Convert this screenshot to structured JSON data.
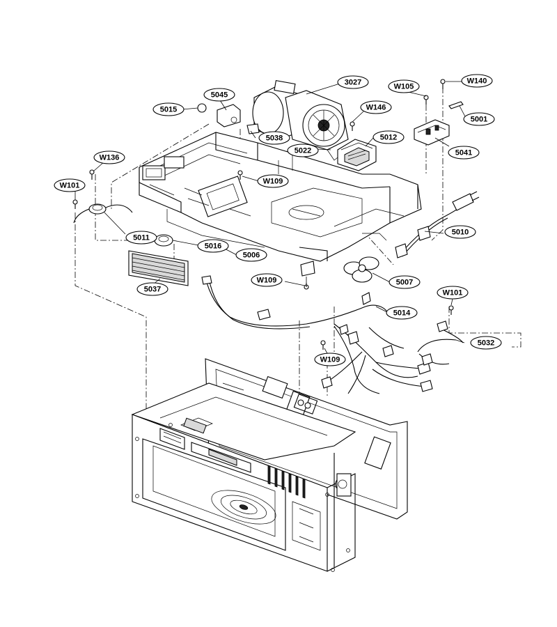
{
  "diagram": {
    "callouts": [
      {
        "id": "3027",
        "label": "3027"
      },
      {
        "id": "W105",
        "label": "W105"
      },
      {
        "id": "W140",
        "label": "W140"
      },
      {
        "id": "5045",
        "label": "5045"
      },
      {
        "id": "5015",
        "label": "5015"
      },
      {
        "id": "W146",
        "label": "W146"
      },
      {
        "id": "5001",
        "label": "5001"
      },
      {
        "id": "5038",
        "label": "5038"
      },
      {
        "id": "5012",
        "label": "5012"
      },
      {
        "id": "5022",
        "label": "5022"
      },
      {
        "id": "5041",
        "label": "5041"
      },
      {
        "id": "W136",
        "label": "W136"
      },
      {
        "id": "W109a",
        "label": "W109"
      },
      {
        "id": "W101a",
        "label": "W101"
      },
      {
        "id": "5010",
        "label": "5010"
      },
      {
        "id": "5011",
        "label": "5011"
      },
      {
        "id": "5016",
        "label": "5016"
      },
      {
        "id": "5006",
        "label": "5006"
      },
      {
        "id": "W109b",
        "label": "W109"
      },
      {
        "id": "5007",
        "label": "5007"
      },
      {
        "id": "5037",
        "label": "5037"
      },
      {
        "id": "W101b",
        "label": "W101"
      },
      {
        "id": "5014",
        "label": "5014"
      },
      {
        "id": "5032",
        "label": "5032"
      },
      {
        "id": "W109c",
        "label": "W109"
      }
    ]
  }
}
